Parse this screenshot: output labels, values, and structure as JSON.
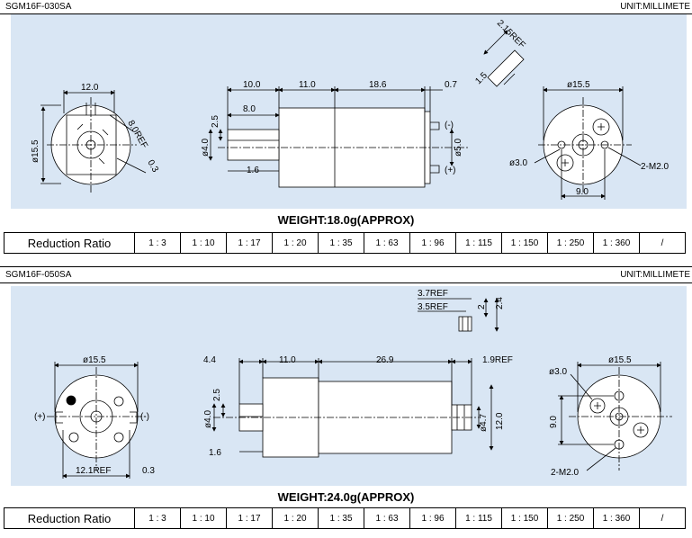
{
  "header": {
    "unit": "UNIT:MILLIMETE"
  },
  "ratio_label": "Reduction Ratio",
  "ratios": [
    "1 : 3",
    "1 : 10",
    "1 : 17",
    "1 : 20",
    "1 : 35",
    "1 : 63",
    "1 : 96",
    "1 : 115",
    "1 : 150",
    "1 : 250",
    "1 : 360",
    "/"
  ],
  "motors": [
    {
      "model": "SGM16F-030SA",
      "weight": "WEIGHT:18.0g(APPROX)",
      "dims": {
        "d1": "12.0",
        "d2": "8.0REF",
        "d3": "ø15.5",
        "d4": "0.3",
        "d5": "10.0",
        "d6": "11.0",
        "d7": "18.6",
        "d8": "0.7",
        "d9": "8.0",
        "d10": "2.5",
        "d11": "ø4.0",
        "d12": "1.6",
        "d13": "ø5.0",
        "d14": "2.15REF",
        "d15": "1.5",
        "d16": "ø15.5",
        "d17": "ø3.0",
        "d18": "2-M2.0",
        "d19": "9.0",
        "minus": "(-)",
        "plus": "(+)"
      }
    },
    {
      "model": "SGM16F-050SA",
      "weight": "WEIGHT:24.0g(APPROX)",
      "dims": {
        "e1": "ø15.5",
        "e2": "12.1REF",
        "e3": "0.3",
        "plus": "(+)",
        "minus": "(-)",
        "e4": "4.4",
        "e5": "11.0",
        "e6": "26.9",
        "e7": "1.9REF",
        "e8": "2.5",
        "e9": "ø4.0",
        "e10": "1.6",
        "e11": "ø4.7",
        "e12": "12.0",
        "e13": "3.7REF",
        "e14": "3.5REF",
        "e15": "2",
        "e16": "2.4",
        "e17": "ø15.5",
        "e18": "ø3.0",
        "e19": "9.0",
        "e20": "2-M2.0"
      }
    }
  ]
}
